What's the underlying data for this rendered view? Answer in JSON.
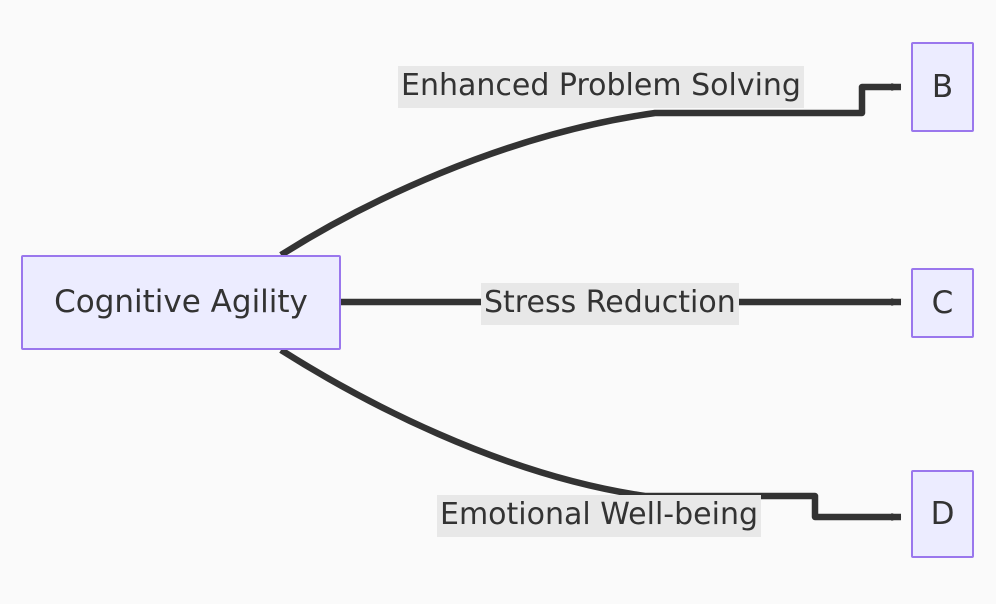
{
  "diagram": {
    "type": "flowchart",
    "direction": "left-to-right",
    "background_color": "#fafafa",
    "node_fill_color": "#ececff",
    "node_border_color": "#9a77ed",
    "edge_color": "#333333",
    "edge_label_background": "#e8e8e8",
    "text_color": "#333333",
    "nodes": [
      {
        "id": "A",
        "label": "Cognitive Agility"
      },
      {
        "id": "B",
        "label": "B"
      },
      {
        "id": "C",
        "label": "C"
      },
      {
        "id": "D",
        "label": "D"
      }
    ],
    "edges": [
      {
        "from": "A",
        "to": "B",
        "label": "Enhanced Problem Solving",
        "arrow": "arrowhead-icon"
      },
      {
        "from": "A",
        "to": "C",
        "label": "Stress Reduction",
        "arrow": "arrowhead-icon"
      },
      {
        "from": "A",
        "to": "D",
        "label": "Emotional Well-being",
        "arrow": "arrowhead-icon"
      }
    ]
  }
}
